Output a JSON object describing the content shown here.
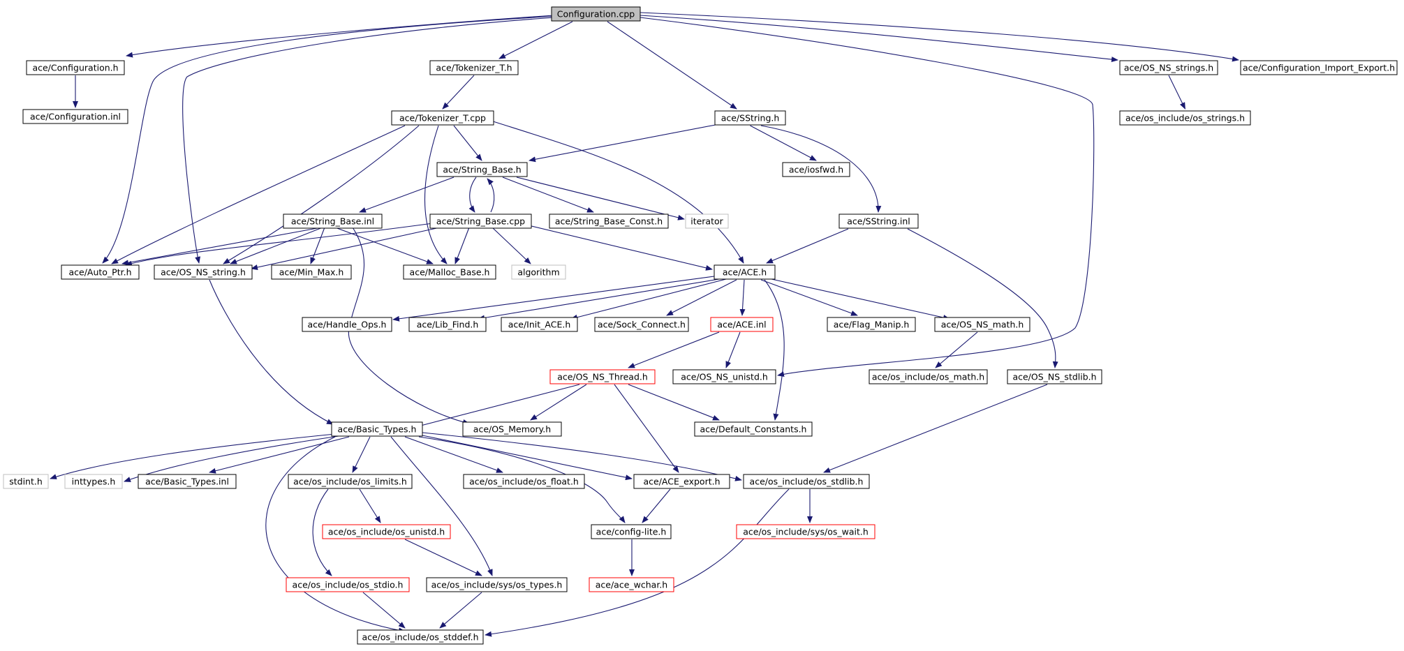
{
  "diagram": {
    "title": "Configuration.cpp include dependency graph",
    "colors": {
      "edge": "#191970",
      "arrow": "#191970",
      "node_border": "#000000",
      "node_border_truncated": "#ff0000",
      "node_border_external": "#bfbfbf",
      "root_fill": "#bfbfbf",
      "node_fill": "#ffffff"
    },
    "nodes": [
      {
        "id": "root",
        "label": "Configuration.cpp",
        "kind": "root"
      },
      {
        "id": "conf_h",
        "label": "ace/Configuration.h",
        "kind": "normal"
      },
      {
        "id": "conf_inl",
        "label": "ace/Configuration.inl",
        "kind": "normal"
      },
      {
        "id": "tokT_h",
        "label": "ace/Tokenizer_T.h",
        "kind": "normal"
      },
      {
        "id": "tokT_cpp",
        "label": "ace/Tokenizer_T.cpp",
        "kind": "normal"
      },
      {
        "id": "osns_strings",
        "label": "ace/OS_NS_strings.h",
        "kind": "normal"
      },
      {
        "id": "os_strings",
        "label": "ace/os_include/os_strings.h",
        "kind": "normal"
      },
      {
        "id": "cie",
        "label": "ace/Configuration_Import_Export.h",
        "kind": "normal"
      },
      {
        "id": "sstring_h",
        "label": "ace/SString.h",
        "kind": "normal"
      },
      {
        "id": "iosfwd",
        "label": "ace/iosfwd.h",
        "kind": "normal"
      },
      {
        "id": "sstring_inl",
        "label": "ace/SString.inl",
        "kind": "normal"
      },
      {
        "id": "sb_h",
        "label": "ace/String_Base.h",
        "kind": "normal"
      },
      {
        "id": "sb_inl",
        "label": "ace/String_Base.inl",
        "kind": "normal"
      },
      {
        "id": "sb_cpp",
        "label": "ace/String_Base.cpp",
        "kind": "normal"
      },
      {
        "id": "sbc_h",
        "label": "ace/String_Base_Const.h",
        "kind": "normal"
      },
      {
        "id": "iterator",
        "label": "iterator",
        "kind": "external"
      },
      {
        "id": "auto_ptr",
        "label": "ace/Auto_Ptr.h",
        "kind": "normal"
      },
      {
        "id": "osns_string",
        "label": "ace/OS_NS_string.h",
        "kind": "normal"
      },
      {
        "id": "min_max",
        "label": "ace/Min_Max.h",
        "kind": "normal"
      },
      {
        "id": "malloc_base",
        "label": "ace/Malloc_Base.h",
        "kind": "normal"
      },
      {
        "id": "algorithm",
        "label": "algorithm",
        "kind": "external"
      },
      {
        "id": "ace_h",
        "label": "ace/ACE.h",
        "kind": "normal"
      },
      {
        "id": "handle_ops",
        "label": "ace/Handle_Ops.h",
        "kind": "normal"
      },
      {
        "id": "lib_find",
        "label": "ace/Lib_Find.h",
        "kind": "normal"
      },
      {
        "id": "init_ace",
        "label": "ace/Init_ACE.h",
        "kind": "normal"
      },
      {
        "id": "sock_connect",
        "label": "ace/Sock_Connect.h",
        "kind": "normal"
      },
      {
        "id": "ace_inl",
        "label": "ace/ACE.inl",
        "kind": "truncated"
      },
      {
        "id": "flag_manip",
        "label": "ace/Flag_Manip.h",
        "kind": "normal"
      },
      {
        "id": "osns_math",
        "label": "ace/OS_NS_math.h",
        "kind": "normal"
      },
      {
        "id": "osns_thread",
        "label": "ace/OS_NS_Thread.h",
        "kind": "truncated"
      },
      {
        "id": "osns_unistd",
        "label": "ace/OS_NS_unistd.h",
        "kind": "normal"
      },
      {
        "id": "os_math",
        "label": "ace/os_include/os_math.h",
        "kind": "normal"
      },
      {
        "id": "osns_stdlib",
        "label": "ace/OS_NS_stdlib.h",
        "kind": "normal"
      },
      {
        "id": "basic_types",
        "label": "ace/Basic_Types.h",
        "kind": "normal"
      },
      {
        "id": "os_memory",
        "label": "ace/OS_Memory.h",
        "kind": "normal"
      },
      {
        "id": "default_constants",
        "label": "ace/Default_Constants.h",
        "kind": "normal"
      },
      {
        "id": "stdint",
        "label": "stdint.h",
        "kind": "external"
      },
      {
        "id": "inttypes",
        "label": "inttypes.h",
        "kind": "external"
      },
      {
        "id": "bt_inl",
        "label": "ace/Basic_Types.inl",
        "kind": "normal"
      },
      {
        "id": "os_limits",
        "label": "ace/os_include/os_limits.h",
        "kind": "normal"
      },
      {
        "id": "os_float",
        "label": "ace/os_include/os_float.h",
        "kind": "normal"
      },
      {
        "id": "ace_export",
        "label": "ace/ACE_export.h",
        "kind": "normal"
      },
      {
        "id": "os_stdlib",
        "label": "ace/os_include/os_stdlib.h",
        "kind": "normal"
      },
      {
        "id": "os_unistd",
        "label": "ace/os_include/os_unistd.h",
        "kind": "truncated"
      },
      {
        "id": "config_lite",
        "label": "ace/config-lite.h",
        "kind": "normal"
      },
      {
        "id": "os_wait",
        "label": "ace/os_include/sys/os_wait.h",
        "kind": "truncated"
      },
      {
        "id": "os_stdio",
        "label": "ace/os_include/os_stdio.h",
        "kind": "truncated"
      },
      {
        "id": "os_types",
        "label": "ace/os_include/sys/os_types.h",
        "kind": "normal"
      },
      {
        "id": "ace_wchar",
        "label": "ace/ace_wchar.h",
        "kind": "truncated"
      },
      {
        "id": "os_stddef",
        "label": "ace/os_include/os_stddef.h",
        "kind": "normal"
      }
    ]
  }
}
